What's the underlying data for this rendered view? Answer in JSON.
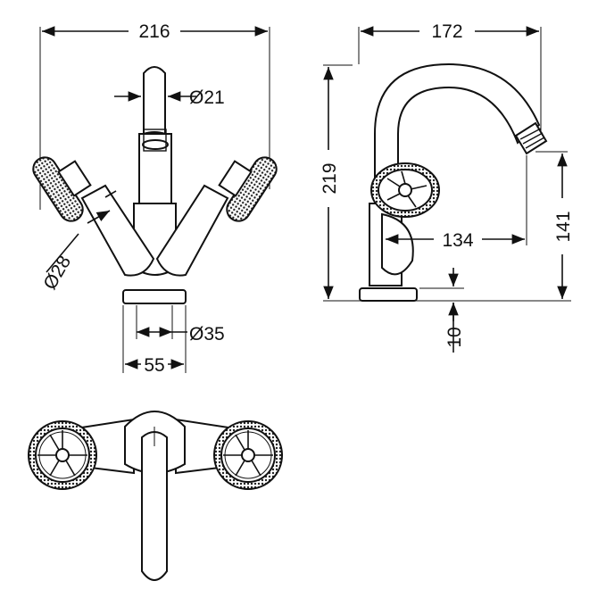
{
  "drawing": {
    "front_view": {
      "width_label": "216",
      "spout_diameter_label": "Ø21",
      "handle_diameter_label": "Ø28",
      "base_diameter_label": "Ø35",
      "base_width_label": "55"
    },
    "side_view": {
      "reach_label": "172",
      "height_label": "219",
      "spout_height_label": "141",
      "spout_reach_label": "134",
      "base_thickness_label": "10"
    }
  },
  "colors": {
    "line": "#111111",
    "knurl": "#555555",
    "background": "#ffffff"
  }
}
